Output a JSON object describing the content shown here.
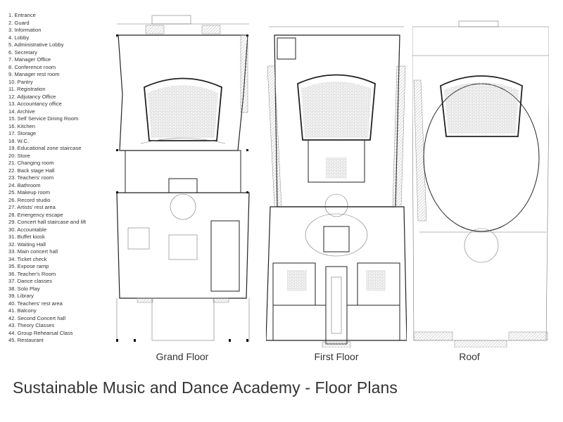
{
  "legend": {
    "items": [
      "1. Entrance",
      "2. Guard",
      "3. Information",
      "4. Lobby",
      "5. Administrative Lobby",
      "6. Secretary",
      "7. Manager Office",
      "8. Conference room",
      "9. Manager rest room",
      "10. Pantry",
      "11. Registration",
      "12. Adjutancy Office",
      "13. Accountancy office",
      "14. Archive",
      "15. Self Service Dining Room",
      "16. Kitchen",
      "17. Storage",
      "18. W.C.",
      "19. Educational zone staircase",
      "20. Store",
      "21. Changing room",
      "22. Back stage Hall",
      "23. Teachers' room",
      "24. Bathroom",
      "25. Makeup room",
      "26. Record studio",
      "27. Artists' rest area",
      "28. Emergency escape",
      "29. Concert hall staircase and lift",
      "30. Accountable",
      "31. Buffet kiosk",
      "32. Waiting Hall",
      "33. Main concert hall",
      "34. Ticket check",
      "35. Expose ramp",
      "36. Teacher's Room",
      "37. Dance classes",
      "38. Solo Play",
      "39. Library",
      "40. Teachers' rest area",
      "41. Balcony",
      "42. Second Concert hall",
      "43. Theory Classes",
      "44. Group Rehearsal Class",
      "45. Restaurant"
    ]
  },
  "plans": [
    {
      "label": "Grand Floor"
    },
    {
      "label": "First Floor"
    },
    {
      "label": "Roof"
    }
  ],
  "title": "Sustainable Music and Dance Academy - Floor Plans"
}
